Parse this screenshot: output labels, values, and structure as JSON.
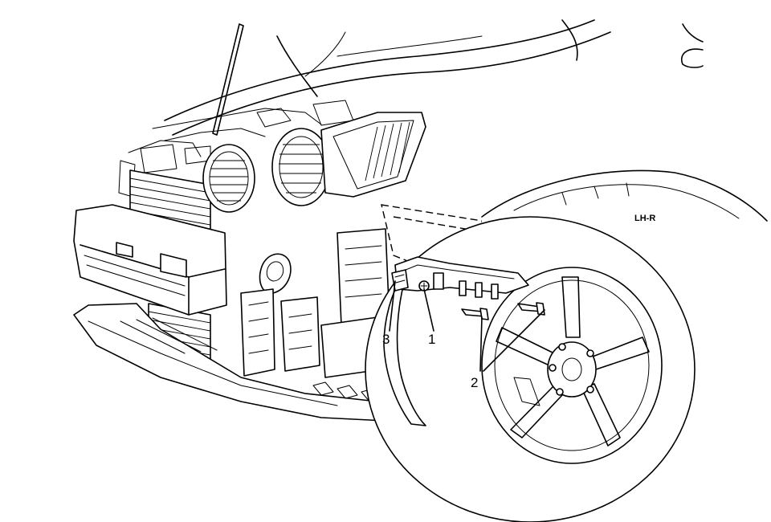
{
  "diagram": {
    "callouts": [
      {
        "id": "callout-1",
        "label": "1"
      },
      {
        "id": "callout-2",
        "label": "2"
      },
      {
        "id": "callout-3",
        "label": "3"
      }
    ],
    "wheel_liner_marking": "LH-R"
  }
}
